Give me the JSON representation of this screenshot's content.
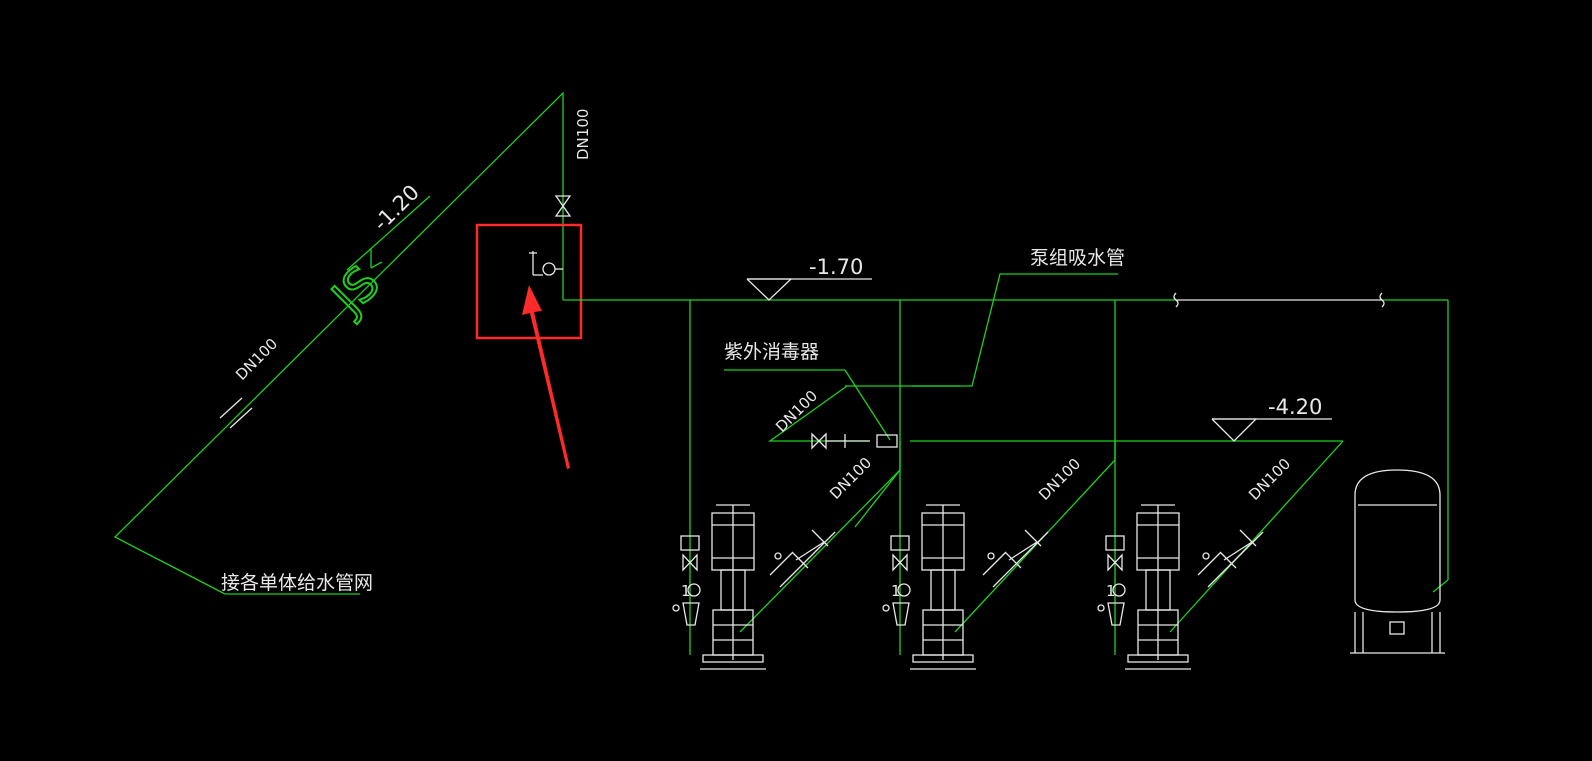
{
  "colors": {
    "background": "#000000",
    "pipe": "#1ed11e",
    "symbol": "#e8e8e8",
    "highlight": "#ff2b2b"
  },
  "labels": {
    "network": "接各单体给水管网",
    "suction": "泵组吸水管",
    "uv": "紫外消毒器",
    "js": "JS"
  },
  "levels": {
    "top": "-1.20",
    "suction": "-1.70",
    "pump": "-4.20"
  },
  "dn": {
    "riser": "DN100",
    "main": "DN100",
    "uv": "DN100",
    "pump1": "DN100",
    "pump2": "DN100",
    "pump3": "DN100"
  }
}
